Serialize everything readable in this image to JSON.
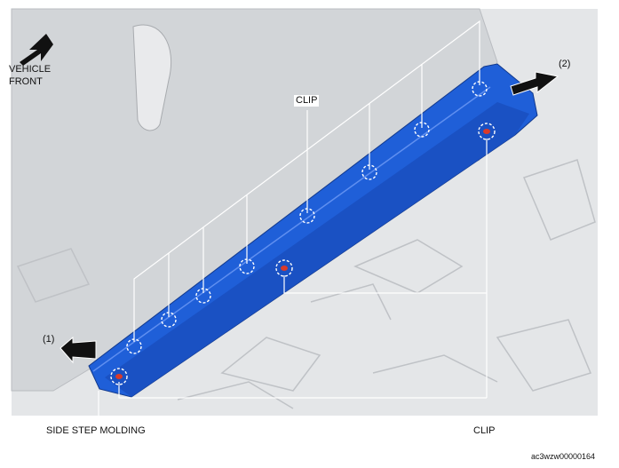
{
  "labels": {
    "clip_top": "CLIP",
    "vehicle": "VEHICLE",
    "front": "FRONT",
    "step1": "(1)",
    "step2": "(2)",
    "side_step_molding": "SIDE STEP MOLDING",
    "clip_bottom": "CLIP",
    "figure_code": "ac3wzw00000164"
  },
  "colors": {
    "molding_blue": "#1f5fd8",
    "molding_dark": "#1443a8",
    "body_gray": "#d6d9dc",
    "clip_red": "#d93a2a"
  }
}
